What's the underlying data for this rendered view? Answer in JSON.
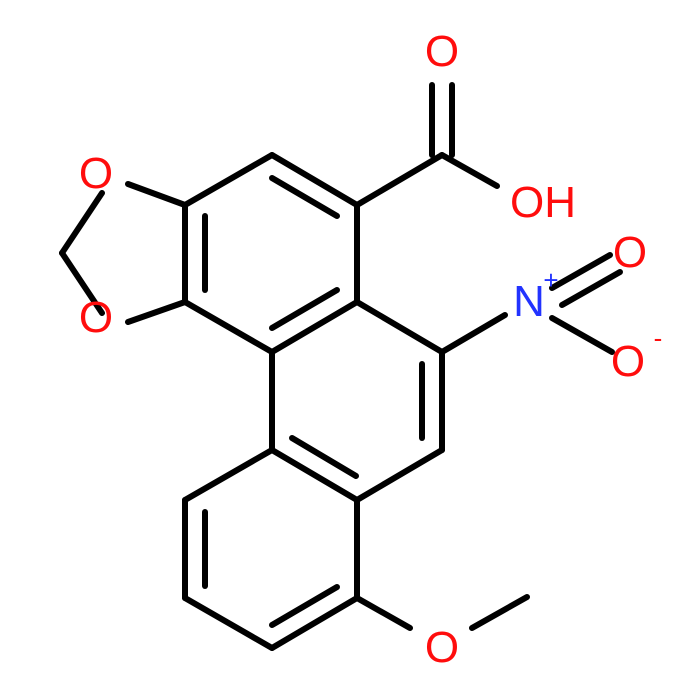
{
  "colors": {
    "background": "#ffffff",
    "bond": "#000000",
    "oxygen": "#ff0d0d",
    "nitrogen": "#2233ff"
  },
  "labels": {
    "ether_o_top": "O",
    "ether_o_bottom": "O",
    "carbonyl_o": "O",
    "hydroxyl": "OH",
    "nitro_n": "N",
    "nitro_n_charge": "+",
    "nitro_o_double": "O",
    "nitro_o_single": "O",
    "nitro_o_charge": "-",
    "methoxy_o": "O"
  }
}
